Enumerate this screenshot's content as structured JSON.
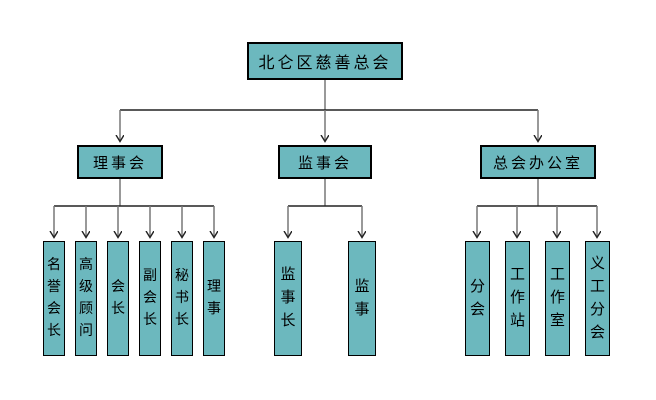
{
  "org": {
    "root": {
      "label": "北仑区慈善总会"
    },
    "branches": [
      {
        "label": "理事会",
        "children": [
          "名誉会长",
          "高级顾问",
          "会长",
          "副会长",
          "秘书长",
          "理事"
        ]
      },
      {
        "label": "监事会",
        "children": [
          "监事长",
          "监事"
        ]
      },
      {
        "label": "总会办公室",
        "children": [
          "分会",
          "工作站",
          "工作室",
          "义工分会"
        ]
      }
    ]
  },
  "colors": {
    "background": "#ffffff",
    "box_fill": "#6cb8be",
    "box_border": "#000000",
    "bar_line": "#222222",
    "stem_line": "#777777",
    "arrow_head": "#222222",
    "text": "#000000"
  }
}
